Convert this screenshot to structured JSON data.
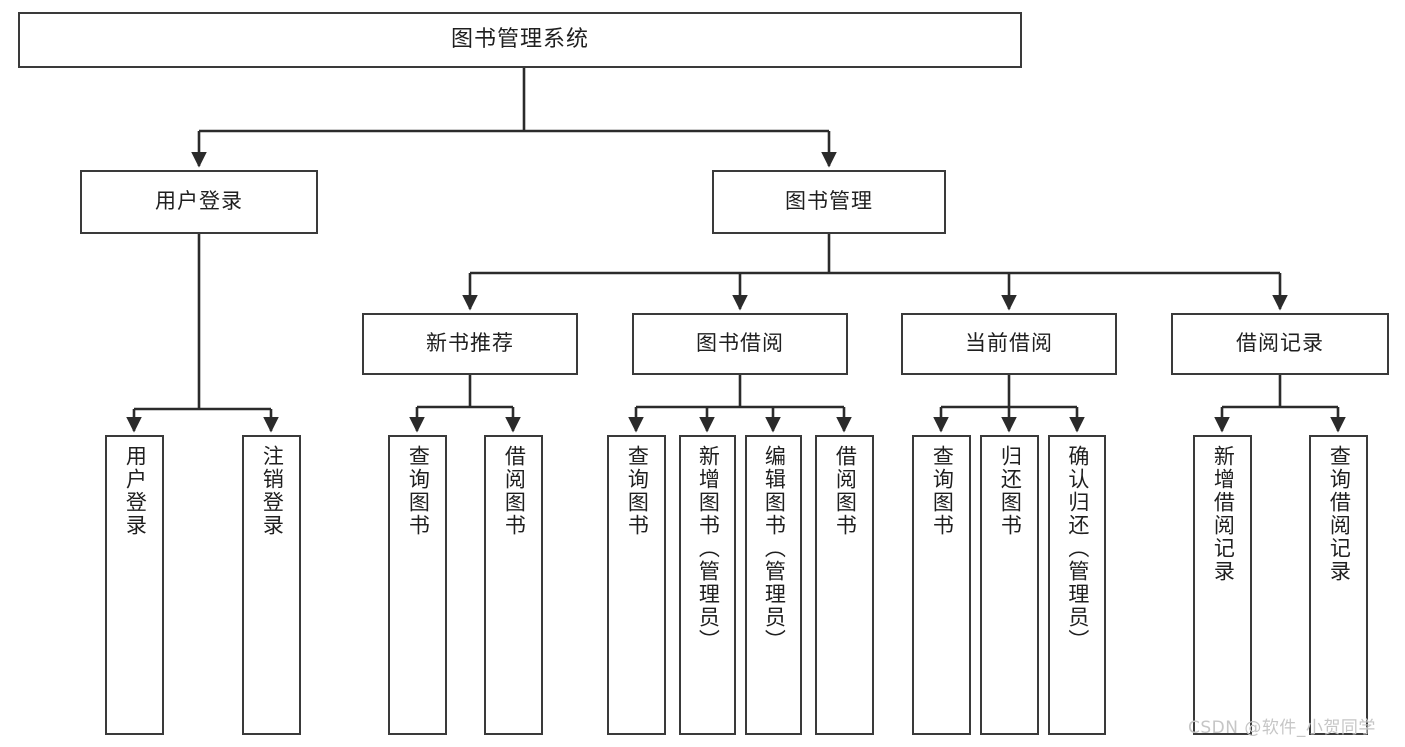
{
  "diagram": {
    "title": "图书管理系统",
    "type": "tree-hierarchy",
    "colors": {
      "box_border": "#3a3a3a",
      "box_fill": "#ffffff",
      "connector": "#2b2b2b",
      "text": "#1f1f1f",
      "watermark": "#c6c6c6"
    },
    "root": {
      "label": "图书管理系统"
    },
    "level2": [
      {
        "id": "user-login",
        "label": "用户登录"
      },
      {
        "id": "book-manage",
        "label": "图书管理"
      }
    ],
    "level3": [
      {
        "id": "new-book-recommend",
        "label": "新书推荐",
        "parent": "book-manage"
      },
      {
        "id": "book-borrow",
        "label": "图书借阅",
        "parent": "book-manage"
      },
      {
        "id": "current-borrow",
        "label": "当前借阅",
        "parent": "book-manage"
      },
      {
        "id": "borrow-record",
        "label": "借阅记录",
        "parent": "book-manage"
      }
    ],
    "leaves": [
      {
        "id": "leaf-user-login",
        "label": "用户登录",
        "parent": "user-login"
      },
      {
        "id": "leaf-logout-login",
        "label": "注销登录",
        "parent": "user-login"
      },
      {
        "id": "leaf-query-book-1",
        "label": "查询图书",
        "parent": "new-book-recommend"
      },
      {
        "id": "leaf-borrow-book-1",
        "label": "借阅图书",
        "parent": "new-book-recommend"
      },
      {
        "id": "leaf-query-book-2",
        "label": "查询图书",
        "parent": "book-borrow"
      },
      {
        "id": "leaf-add-book",
        "label": "新增图书（管理员）",
        "parent": "book-borrow"
      },
      {
        "id": "leaf-edit-book",
        "label": "编辑图书（管理员）",
        "parent": "book-borrow"
      },
      {
        "id": "leaf-borrow-book-2",
        "label": "借阅图书",
        "parent": "book-borrow"
      },
      {
        "id": "leaf-query-book-3",
        "label": "查询图书",
        "parent": "current-borrow"
      },
      {
        "id": "leaf-return-book",
        "label": "归还图书",
        "parent": "current-borrow"
      },
      {
        "id": "leaf-confirm-return",
        "label": "确认归还（管理员）",
        "parent": "current-borrow"
      },
      {
        "id": "leaf-add-record",
        "label": "新增借阅记录",
        "parent": "borrow-record"
      },
      {
        "id": "leaf-query-record",
        "label": "查询借阅记录",
        "parent": "borrow-record"
      }
    ],
    "watermark": "CSDN @软件_小贺同学"
  }
}
